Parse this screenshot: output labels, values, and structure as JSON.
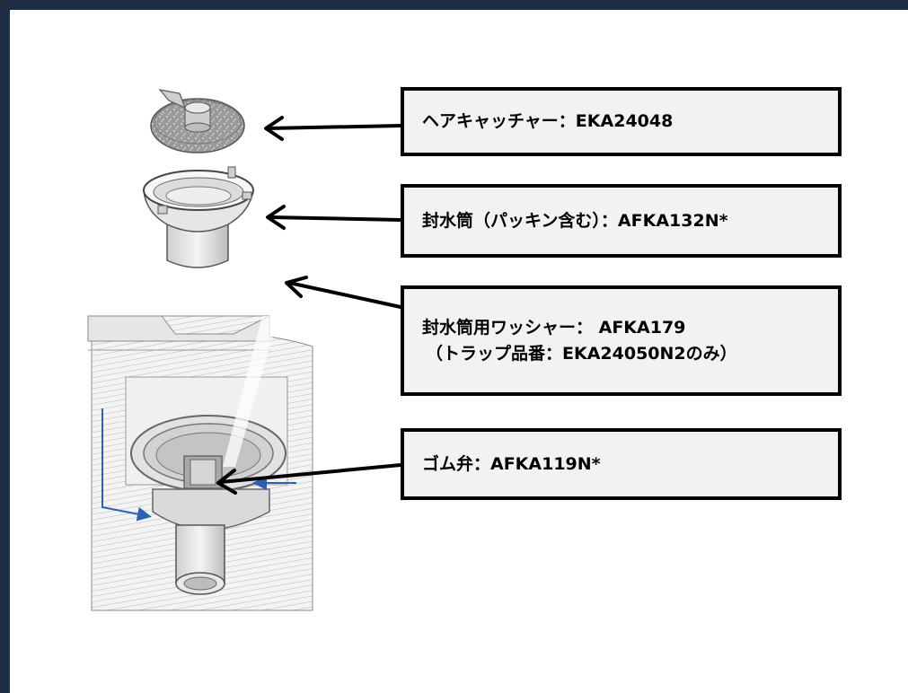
{
  "labels": {
    "hair_catcher": "ヘアキャッチャー：EKA24048",
    "seal_tube": "封水筒（パッキン含む）：AFKA132N*",
    "washer_line1": "封水筒用ワッシャー： AFKA179",
    "washer_line2": "（トラップ品番：EKA24050N2のみ）",
    "rubber_valve": "ゴム弁：AFKA119N*"
  },
  "colors": {
    "frame": "#1f2d44",
    "box_fill": "#f2f2f2",
    "box_border": "#000000",
    "flow_arrow": "#2f5fb3"
  }
}
